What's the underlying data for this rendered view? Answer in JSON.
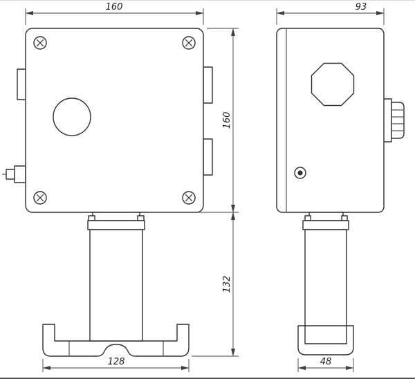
{
  "drawing": {
    "dimensions": {
      "front_width": "160",
      "front_height": "160",
      "bracket_height": "132",
      "base_width_front": "128",
      "side_depth": "93",
      "base_width_side": "48"
    },
    "colors": {
      "line": "#2e2e2e",
      "dimension_line": "#3f3f3f",
      "background": "#ffffff"
    }
  }
}
